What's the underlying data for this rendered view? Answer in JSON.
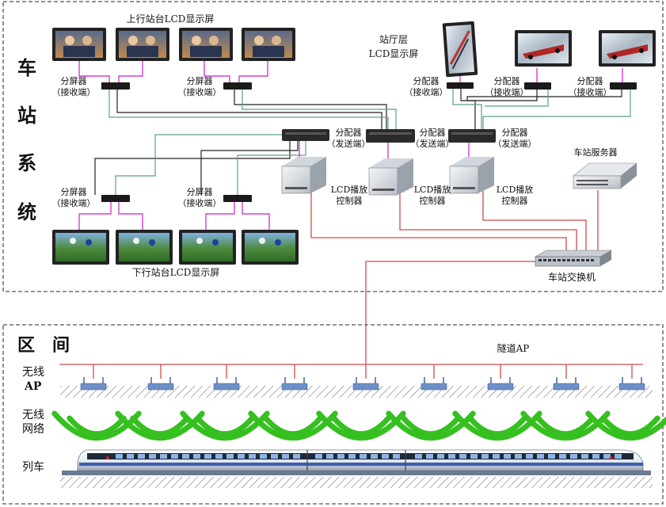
{
  "station": {
    "section_title": [
      "车",
      "站",
      "系",
      "统"
    ],
    "upper_platform_label": "上行站台LCD显示屏",
    "lower_platform_label": "下行站台LCD显示屏",
    "hall_label_line1": "站厅层",
    "hall_label_line2": "LCD显示屏",
    "splitter_receiver_a": "分屏器",
    "splitter_receiver_b": "（接收端）",
    "distributor_receiver_a": "分配器",
    "distributor_receiver_b": "（接收端）",
    "distributor_sender_a": "分配器",
    "distributor_sender_b": "（发送端）",
    "player_a": "LCD播放",
    "player_b": "控制器",
    "server_label": "车站服务器",
    "switch_label": "车站交换机"
  },
  "interval": {
    "section_title": "区　间",
    "tunnel_ap_label": "隧道AP",
    "wireless_ap_a": "无线",
    "wireless_ap_b": "AP",
    "wireless_net_a": "无线",
    "wireless_net_b": "网络",
    "train_label": "列车"
  },
  "colors": {
    "red_link": "#d04a4a",
    "green_link": "#5a9e92",
    "black_link": "#222222",
    "magenta_cable": "#d040d0",
    "wifi_green": "#35c020",
    "border": "#555555"
  }
}
